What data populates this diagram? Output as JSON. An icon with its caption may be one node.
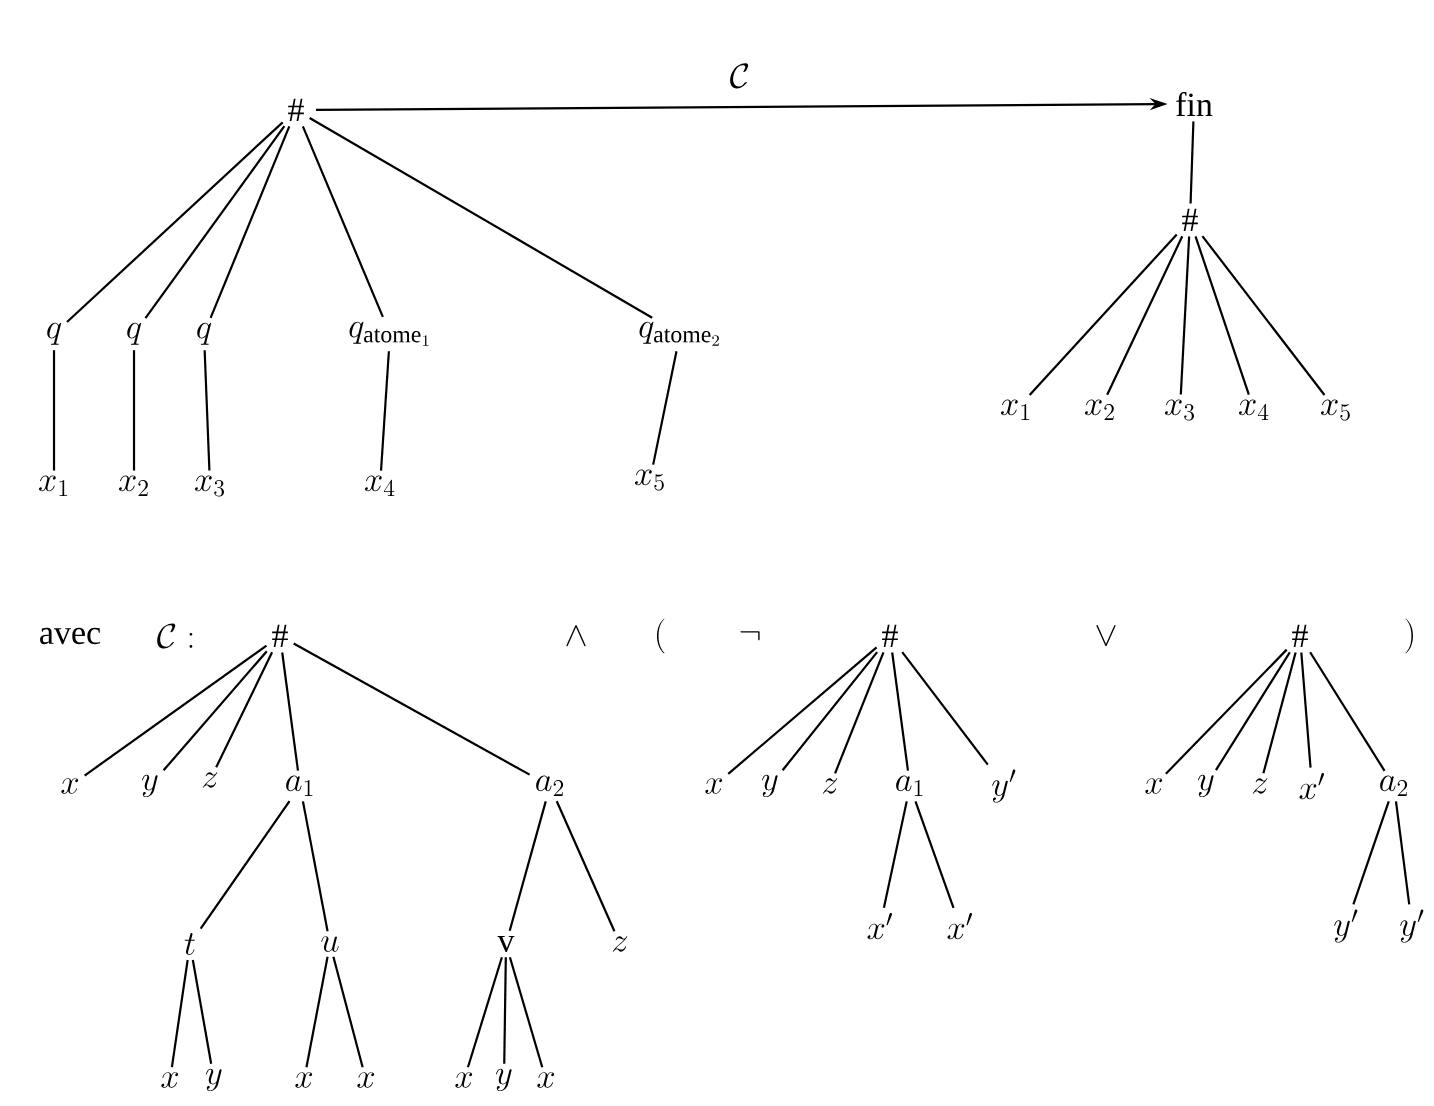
{
  "diagram": {
    "nodes": [
      {
        "text": [
          "\\#"
        ]
      },
      {
        "text": [
          "q"
        ]
      },
      {
        "text": [
          "q"
        ]
      },
      {
        "text": [
          "q"
        ]
      },
      {
        "text": [
          "q_{\\mathrm{atome}_1}"
        ]
      },
      {
        "text": [
          "q_{\\mathrm{atome}_2}"
        ]
      },
      {
        "text": [
          "x_1"
        ]
      },
      {
        "text": [
          "x_2"
        ]
      },
      {
        "text": [
          "x_3"
        ]
      },
      {
        "text": [
          "x_4"
        ]
      },
      {
        "text": [
          "x_5"
        ]
      },
      {
        "text": [
          "\\mathrm{fin}"
        ]
      },
      {
        "text": [
          "\\#"
        ]
      },
      {
        "text": [
          "x_1"
        ]
      },
      {
        "text": [
          "x_2"
        ]
      },
      {
        "text": [
          "x_3"
        ]
      },
      {
        "text": [
          "x_4"
        ]
      },
      {
        "text": [
          "x_5"
        ]
      },
      {
        "text": [
          "\\#"
        ]
      },
      {
        "text": [
          "x"
        ]
      },
      {
        "text": [
          "y"
        ]
      },
      {
        "text": [
          "z"
        ]
      },
      {
        "text": [
          "a_1"
        ]
      },
      {
        "text": [
          "a_2"
        ]
      },
      {
        "text": [
          "t"
        ]
      },
      {
        "text": [
          "u"
        ]
      },
      {
        "text": [
          "\\mathrm{v}"
        ]
      },
      {
        "text": [
          "z"
        ]
      },
      {
        "text": [
          "x"
        ]
      },
      {
        "text": [
          "y"
        ]
      },
      {
        "text": [
          "x"
        ]
      },
      {
        "text": [
          "x"
        ]
      },
      {
        "text": [
          "x"
        ]
      },
      {
        "text": [
          "y"
        ]
      },
      {
        "text": [
          "x"
        ]
      },
      {
        "text": [
          "\\#"
        ]
      },
      {
        "text": [
          "x"
        ]
      },
      {
        "text": [
          "y"
        ]
      },
      {
        "text": [
          "z"
        ]
      },
      {
        "text": [
          "a_1"
        ]
      },
      {
        "text": [
          "y'"
        ]
      },
      {
        "text": [
          "x'"
        ]
      },
      {
        "text": [
          "x'"
        ]
      },
      {
        "text": [
          "\\#"
        ]
      },
      {
        "text": [
          "x"
        ]
      },
      {
        "text": [
          "y"
        ]
      },
      {
        "text": [
          "z"
        ]
      },
      {
        "text": [
          "x'"
        ]
      },
      {
        "text": [
          "a_2"
        ]
      },
      {
        "text": [
          "y'"
        ]
      },
      {
        "text": [
          "y'"
        ]
      }
    ],
    "edges": [
      {
        "from": 0,
        "to": 11,
        "arrow": "to",
        "label": "\\mathcal{C}"
      },
      {
        "from": 0,
        "to": 1,
        "arrow": "none"
      },
      {
        "from": 0,
        "to": 2,
        "arrow": "none"
      },
      {
        "from": 0,
        "to": 3,
        "arrow": "none"
      },
      {
        "from": 0,
        "to": 4,
        "arrow": "none"
      },
      {
        "from": 0,
        "to": 5,
        "arrow": "none"
      },
      {
        "from": 1,
        "to": 6,
        "arrow": "none"
      },
      {
        "from": 2,
        "to": 7,
        "arrow": "none"
      },
      {
        "from": 3,
        "to": 8,
        "arrow": "none"
      },
      {
        "from": 4,
        "to": 9,
        "arrow": "none"
      },
      {
        "from": 5,
        "to": 10,
        "arrow": "none"
      },
      {
        "from": 11,
        "to": 12,
        "arrow": "none"
      },
      {
        "from": 12,
        "to": 13,
        "arrow": "none"
      },
      {
        "from": 12,
        "to": 14,
        "arrow": "none"
      },
      {
        "from": 12,
        "to": 15,
        "arrow": "none"
      },
      {
        "from": 12,
        "to": 16,
        "arrow": "none"
      },
      {
        "from": 12,
        "to": 17,
        "arrow": "none"
      },
      {
        "from": 18,
        "to": 19,
        "arrow": "none"
      },
      {
        "from": 18,
        "to": 20,
        "arrow": "none"
      },
      {
        "from": 18,
        "to": 21,
        "arrow": "none"
      },
      {
        "from": 18,
        "to": 22,
        "arrow": "none"
      },
      {
        "from": 18,
        "to": 23,
        "arrow": "none"
      },
      {
        "from": 22,
        "to": 24,
        "arrow": "none"
      },
      {
        "from": 22,
        "to": 25,
        "arrow": "none"
      },
      {
        "from": 23,
        "to": 26,
        "arrow": "none"
      },
      {
        "from": 23,
        "to": 27,
        "arrow": "none"
      },
      {
        "from": 24,
        "to": 28,
        "arrow": "none"
      },
      {
        "from": 24,
        "to": 29,
        "arrow": "none"
      },
      {
        "from": 25,
        "to": 30,
        "arrow": "none"
      },
      {
        "from": 25,
        "to": 31,
        "arrow": "none"
      },
      {
        "from": 26,
        "to": 32,
        "arrow": "none"
      },
      {
        "from": 26,
        "to": 33,
        "arrow": "none"
      },
      {
        "from": 26,
        "to": 34,
        "arrow": "none"
      },
      {
        "from": 35,
        "to": 36,
        "arrow": "none"
      },
      {
        "from": 35,
        "to": 37,
        "arrow": "none"
      },
      {
        "from": 35,
        "to": 38,
        "arrow": "none"
      },
      {
        "from": 35,
        "to": 39,
        "arrow": "none"
      },
      {
        "from": 35,
        "to": 40,
        "arrow": "none"
      },
      {
        "from": 39,
        "to": 41,
        "arrow": "none"
      },
      {
        "from": 39,
        "to": 42,
        "arrow": "none"
      },
      {
        "from": 43,
        "to": 44,
        "arrow": "none"
      },
      {
        "from": 43,
        "to": 45,
        "arrow": "none"
      },
      {
        "from": 43,
        "to": 46,
        "arrow": "none"
      },
      {
        "from": 43,
        "to": 47,
        "arrow": "none"
      },
      {
        "from": 43,
        "to": 48,
        "arrow": "none"
      },
      {
        "from": 48,
        "to": 49,
        "arrow": "none"
      },
      {
        "from": 48,
        "to": 50,
        "arrow": "none"
      }
    ],
    "labels": [
      "avec",
      "\\mathcal{C} :",
      "\\wedge",
      "(",
      "\\neg",
      "\\vee",
      ")"
    ]
  }
}
